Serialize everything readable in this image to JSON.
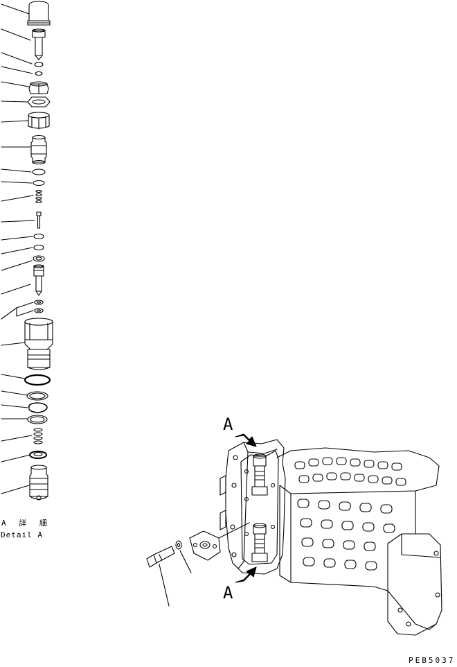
{
  "labels": {
    "detail_jp": "A 詳 細",
    "detail_en": "Detail A",
    "view_marker_top": "A",
    "view_marker_bottom": "A",
    "drawing_id": "PEB5037"
  },
  "colors": {
    "line": "#000000",
    "background": "#ffffff"
  }
}
